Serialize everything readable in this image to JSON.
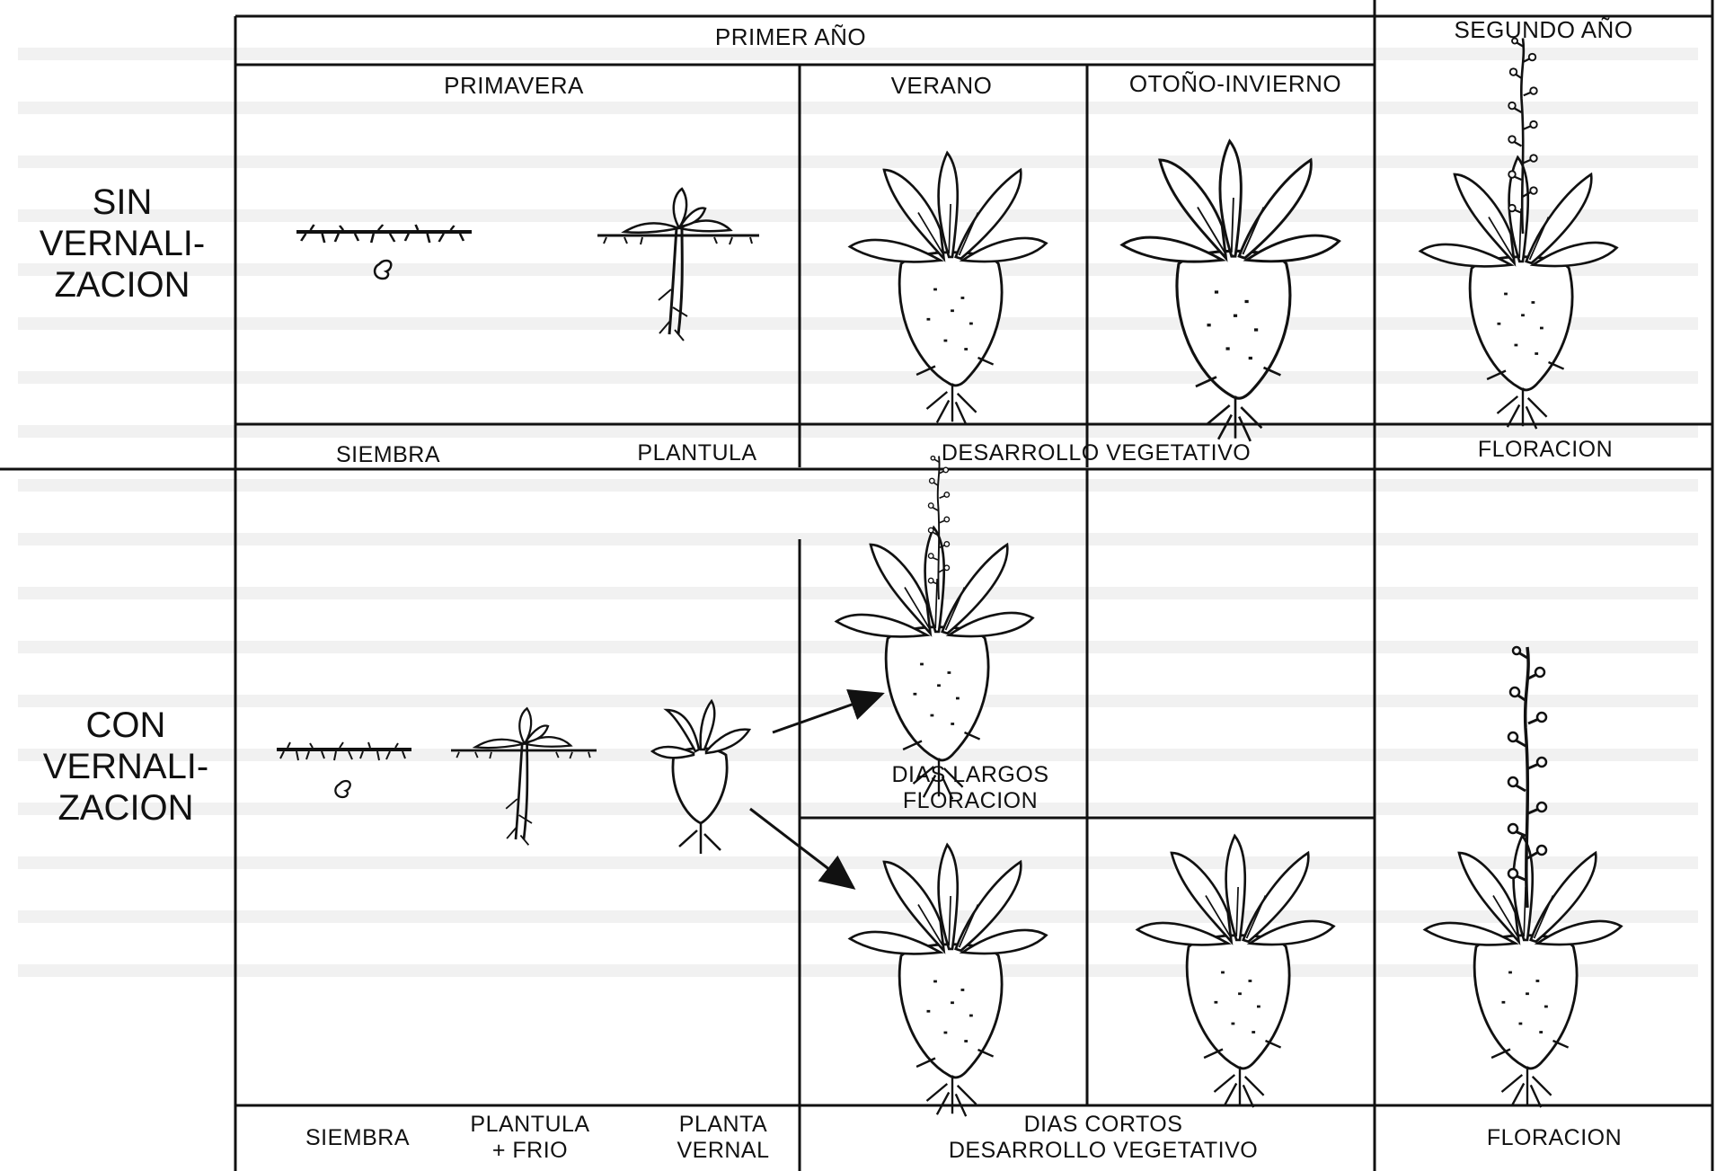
{
  "headers": {
    "primer_ano": "PRIMER AÑO",
    "segundo_ano": "SEGUNDO AÑO",
    "primavera": "PRIMAVERA",
    "verano": "VERANO",
    "otono_invierno": "OTOÑO-INVIERNO"
  },
  "rows": {
    "sin": {
      "label_lines": [
        "SIN",
        "VERNALI-",
        "ZACION"
      ]
    },
    "con": {
      "label_lines": [
        "CON",
        "VERNALI-",
        "ZACION"
      ]
    }
  },
  "sin_footer": {
    "siembra": "SIEMBRA",
    "plantula": "PLANTULA",
    "desarrollo": "DESARROLLO VEGETATIVO",
    "floracion": "FLORACION"
  },
  "con_footer": {
    "siembra": "SIEMBRA",
    "plantula_frio": [
      "PLANTULA",
      "+ FRIO"
    ],
    "planta_vernal": [
      "PLANTA",
      "VERNAL"
    ],
    "dias_cortos": [
      "DIAS CORTOS",
      "DESARROLLO VEGETATIVO"
    ],
    "floracion": "FLORACION"
  },
  "annotations": {
    "dias_largos": [
      "DIAS LARGOS",
      "FLORACION"
    ]
  },
  "icons": [
    "seed-icon",
    "seedling-icon",
    "beet-plant-icon",
    "flowering-beet-icon",
    "arrow-icon"
  ],
  "colors": {
    "ink": "#111111",
    "paper": "#ffffff"
  }
}
